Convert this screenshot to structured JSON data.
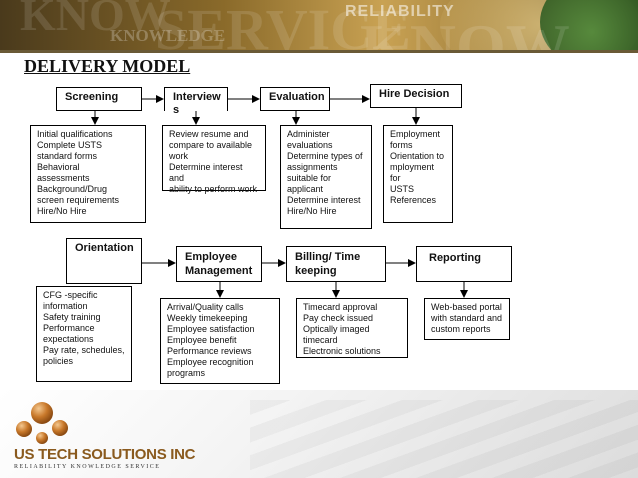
{
  "banner": {
    "watermark_words": [
      "RELIABILITY",
      "SERVICE",
      "KNOWLEDGE",
      "KNOW"
    ]
  },
  "title": "DELIVERY MODEL",
  "row1": [
    {
      "id": "screening",
      "label": "Screening",
      "details": "Initial qualifications\nComplete USTS\nstandard forms\nBehavioral\nassessments\nBackground/Drug\nscreen requirements\nHire/No Hire"
    },
    {
      "id": "interview",
      "label": "Interview\ns",
      "details": "Review resume and\ncompare to available\nwork\nDetermine interest and\nability to perform work"
    },
    {
      "id": "evaluation",
      "label": "Evaluation",
      "details": "Administer\nevaluations\nDetermine types of\nassignments\nsuitable for applicant\nDetermine interest\nHire/No Hire"
    },
    {
      "id": "hire-decision",
      "label": "Hire Decision",
      "details": "Employment\nforms\nOrientation to\nmployment for\nUSTS\nReferences"
    }
  ],
  "row2": [
    {
      "id": "orientation",
      "label": "Orientation",
      "details": "CFG -specific\ninformation\nSafety training\nPerformance\nexpectations\nPay rate, schedules,\npolicies"
    },
    {
      "id": "employee-management",
      "label": "Employee\nManagement",
      "details": "Arrival/Quality calls\nWeekly timekeeping\nEmployee satisfaction\nEmployee benefit\nPerformance reviews\nEmployee recognition\nprograms"
    },
    {
      "id": "billing-time-keeping",
      "label": "Billing/ Time\nkeeping",
      "details": "Timecard approval\nPay check issued\nOptically imaged\ntimecard\nElectronic solutions"
    },
    {
      "id": "reporting",
      "label": "Reporting",
      "details": "Web-based portal\nwith standard and\ncustom reports"
    }
  ],
  "logo": {
    "name": "US TECH SOLUTIONS INC",
    "tagline": "RELIABILITY    KNOWLEDGE    SERVICE"
  },
  "colors": {
    "logo_orange": "#c8782a",
    "logo_text": "#8a5a1e",
    "border": "#000000"
  }
}
